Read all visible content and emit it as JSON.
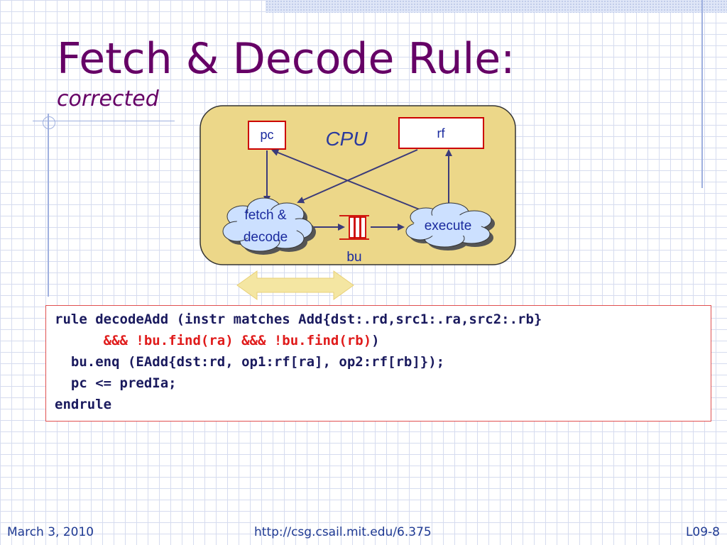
{
  "slide": {
    "title": "Fetch & Decode Rule:",
    "subtitle": "corrected"
  },
  "diagram": {
    "container_label": "CPU",
    "boxes": {
      "pc": "pc",
      "rf": "rf"
    },
    "clouds": {
      "fetch_decode_line1": "fetch &",
      "fetch_decode_line2": "decode",
      "execute": "execute"
    },
    "fifo_label": "bu",
    "colors": {
      "container_fill": "#ecd789",
      "box_border": "#cc0000",
      "cloud_fill": "#cce0ff",
      "arrow": "#3b3b7a",
      "double_arrow_fill": "#f4e6a2"
    }
  },
  "code": {
    "line1": "rule decodeAdd (instr matches Add{dst:.rd,src1:.ra,src2:.rb}",
    "line2_red": "&&& !bu.find(ra) &&& !bu.find(rb)",
    "line2_tail": ")",
    "line3": "bu.enq (EAdd{dst:rd, op1:rf[ra], op2:rf[rb]});",
    "line4": "pc <= predIa;",
    "line5": "endrule"
  },
  "footer": {
    "date": "March 3, 2010",
    "url": "http://csg.csail.mit.edu/6.375",
    "page": "L09-8"
  }
}
